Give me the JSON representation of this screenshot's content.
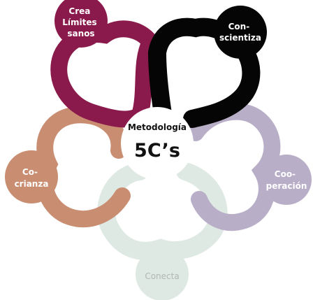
{
  "center": {
    "title": "Metodología",
    "label": "5C’s"
  },
  "petals": [
    {
      "key": "limites",
      "lines": [
        "Crea",
        "Límites",
        "sanos"
      ],
      "color": "#8b1a4c",
      "text_color": "#ffffff"
    },
    {
      "key": "concientiza",
      "lines": [
        "Con-",
        "scientiza"
      ],
      "color": "#050505",
      "text_color": "#ffffff"
    },
    {
      "key": "cooperacion",
      "lines": [
        "Coo-",
        "peración"
      ],
      "color": "#b9aec7",
      "text_color": "#ffffff"
    },
    {
      "key": "conecta",
      "lines": [
        "Conecta"
      ],
      "color": "#dfe9e3",
      "text_color": "#b0b8b3"
    },
    {
      "key": "co-crianza",
      "lines": [
        "Co-",
        "crianza"
      ],
      "color": "#c98d72",
      "text_color": "#ffffff"
    }
  ]
}
